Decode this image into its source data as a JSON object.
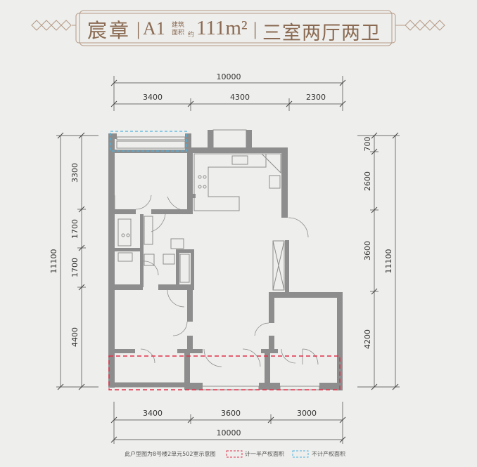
{
  "header": {
    "project": "宸章",
    "unit": "A1",
    "area_label_top": "建筑",
    "area_label_bottom": "面积",
    "area_about": "约",
    "area_value": "111m²",
    "layout": "三室两厅两卫"
  },
  "dimensions": {
    "top_total": "10000",
    "top_segments": [
      "3400",
      "4300",
      "2300"
    ],
    "bottom_segments": [
      "3400",
      "3600",
      "3000"
    ],
    "bottom_total": "10000",
    "left_total": "11100",
    "left_segments": [
      "3300",
      "1700",
      "1700",
      "4400"
    ],
    "right_segments": [
      "700",
      "2600",
      "3600",
      "4200"
    ],
    "right_total": "11100"
  },
  "footer": {
    "note": "此户型图为8号楼2单元502室示意图",
    "legend_half": "计一半产权面积",
    "legend_excluded": "不计产权面积"
  },
  "colors": {
    "wall": "#8d8d8d",
    "accent": "#8a6a52",
    "legend_half": "#e0314a",
    "legend_excluded": "#4fb3e0"
  }
}
